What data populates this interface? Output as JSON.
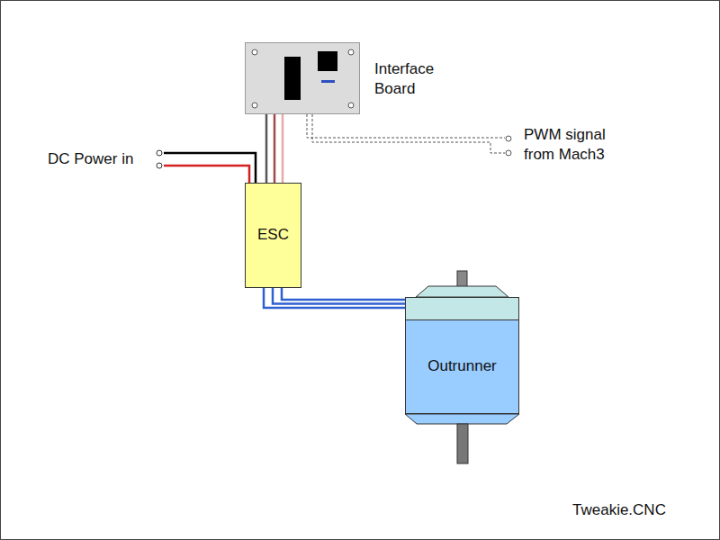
{
  "diagram": {
    "nodes": [
      {
        "text": [
          "Interface Board"
        ]
      },
      {
        "text": [
          "ESC"
        ]
      },
      {
        "text": [
          "Outrunner"
        ]
      }
    ],
    "edges": [
      {
        "from": 0,
        "to": 1,
        "arrow": "none"
      },
      {
        "from": 1,
        "to": 2,
        "arrow": "none"
      }
    ],
    "labels": [
      "DC Power in",
      "PWM signal from Mach3",
      "Tweakie.CNC"
    ]
  }
}
